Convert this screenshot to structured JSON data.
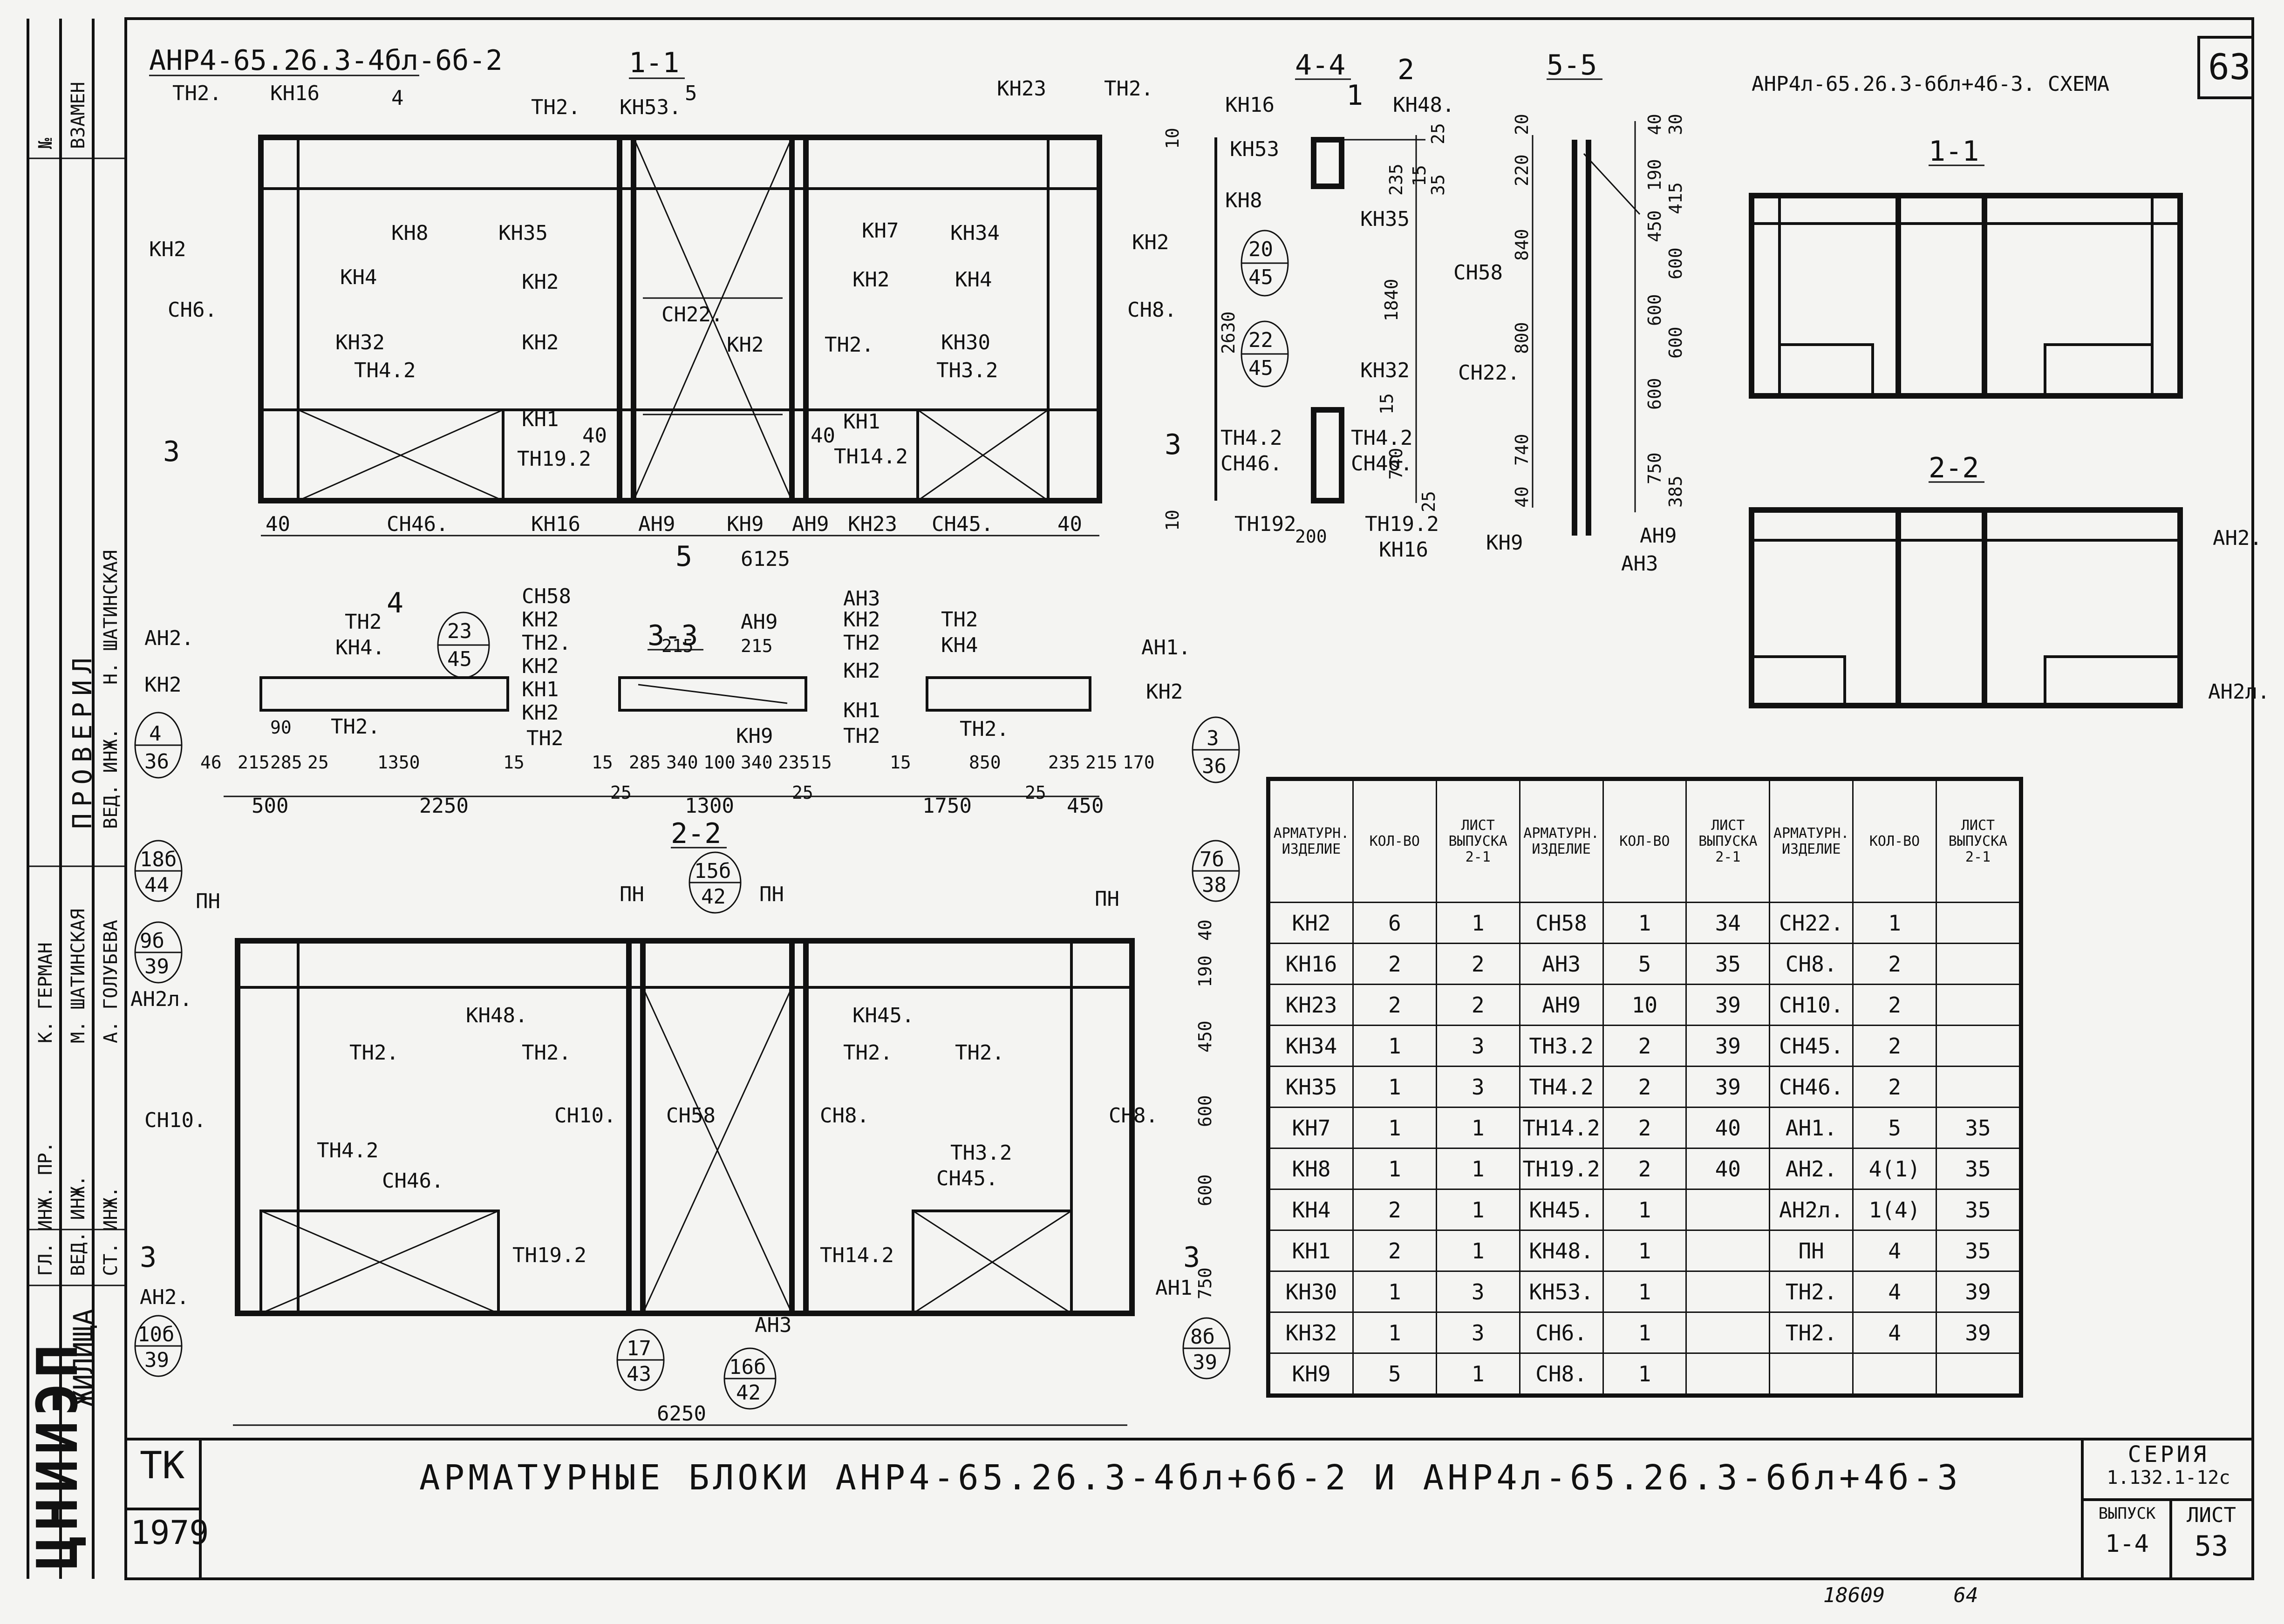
{
  "sheet_number_top": "63",
  "drawing1": {
    "title": "АНР4-65.26.3-4бл-6б-2",
    "section_mark": "1-1",
    "labels_top": [
      "ТН2.",
      "КН16",
      "4",
      "ТН2.",
      "КН53.",
      "5",
      "КН23",
      "ТН2."
    ],
    "labels_body": [
      "КН2",
      "КН4",
      "СН6.",
      "КН8",
      "КН35",
      "КН2",
      "КН2",
      "КН32",
      "ТН4.2",
      "КН1",
      "40",
      "ТН19.2",
      "КН7",
      "КН34",
      "КН2",
      "КН4",
      "СН22.",
      "КН2",
      "ТН2.",
      "КН30",
      "ТН3.2",
      "40",
      "КН1",
      "ТН14.2",
      "КН2",
      "СН8."
    ],
    "labels_bottom": [
      "40",
      "СН46.",
      "КН16",
      "АН9",
      "КН9",
      "АН9",
      "КН23",
      "СН45.",
      "40"
    ],
    "dim_total": "6125",
    "mark_left": "3",
    "mark_right": "3",
    "mark_5": "5",
    "mark_4": "4",
    "dims_side": [
      "10",
      "10"
    ]
  },
  "section44": {
    "title": "4-4",
    "mark2": "2",
    "mark1": "1",
    "labels": [
      "КН16",
      "КН48.",
      "КН53",
      "КН8",
      "КН35",
      "КН32",
      "ТН4.2",
      "СН46.",
      "ТН4.2",
      "СН46.",
      "ТН19.2",
      "КН16",
      "ТН192"
    ],
    "dims": [
      "25",
      "235",
      "15",
      "35",
      "1840",
      "15",
      "740",
      "25",
      "200",
      "2630"
    ],
    "circle_a": [
      "20",
      "45"
    ],
    "circle_b": [
      "22",
      "45"
    ]
  },
  "section55": {
    "title": "5-5",
    "labels": [
      "СН58",
      "СН22.",
      "АН9",
      "КН9",
      "АН3"
    ],
    "dims_left": [
      "20",
      "220",
      "840",
      "800",
      "740",
      "40"
    ],
    "dims_right": [
      "40",
      "30",
      "190",
      "415",
      "450",
      "600",
      "600",
      "600",
      "600",
      "750",
      "385"
    ]
  },
  "schema": {
    "title": "АНР4л-65.26.3-6бл+4б-3. СХЕМА",
    "sec1": "1-1",
    "sec2": "2-2",
    "labels": [
      "АН2.",
      "АН2л."
    ]
  },
  "section33": {
    "title": "3-3",
    "labels": [
      "АН2.",
      "ТН2",
      "КН4.",
      "КН2",
      "ТН2.",
      "СН58",
      "КН2",
      "ТН2.",
      "КН2",
      "КН1",
      "КН2",
      "ТН2",
      "АН9",
      "АН3",
      "КН2",
      "ТН2",
      "КН2",
      "КН1",
      "ТН2",
      "КН9",
      "ТН2",
      "КН4",
      "АН1.",
      "КН2",
      "ТН2."
    ],
    "dims": [
      "90",
      "46",
      "215",
      "285",
      "25",
      "1350",
      "15",
      "15",
      "285",
      "340",
      "100",
      "340",
      "235",
      "15",
      "15",
      "850",
      "235",
      "215",
      "170",
      "500",
      "2250",
      "25",
      "1300",
      "25",
      "1750",
      "25",
      "450",
      "215",
      "215"
    ],
    "circle_l": [
      "4",
      "36"
    ],
    "circle_m": [
      "23",
      "45"
    ],
    "circle_r": [
      "3",
      "36"
    ]
  },
  "drawing22": {
    "title": "2-2",
    "labels": [
      "ПН",
      "ПН",
      "ПН",
      "ПН",
      "АН2л.",
      "КН48.",
      "КН45.",
      "ТН2.",
      "ТН2.",
      "ТН2.",
      "ТН2.",
      "СН10.",
      "СН10.",
      "СН58",
      "СН8.",
      "СН8.",
      "ТН4.2",
      "СН46.",
      "ТН3.2",
      "СН45.",
      "ТН19.2",
      "ТН14.2",
      "АН2.",
      "АН1",
      "АН3",
      "3",
      "3"
    ],
    "dims": [
      "40",
      "190",
      "450",
      "600",
      "600",
      "750"
    ],
    "dim_total": "6250",
    "circles": [
      [
        "18б",
        "44"
      ],
      [
        "9б",
        "39"
      ],
      [
        "15б",
        "42"
      ],
      [
        "7б",
        "38"
      ],
      [
        "10б",
        "39"
      ],
      [
        "17",
        "43"
      ],
      [
        "16б",
        "42"
      ],
      [
        "8б",
        "39"
      ]
    ]
  },
  "spec_table": {
    "headers": [
      "АРМАТУРН. ИЗДЕЛИЕ",
      "КОЛ-ВО",
      "ЛИСТ ВЫПУСКА 2-1",
      "АРМАТУРН. ИЗДЕЛИЕ",
      "КОЛ-ВО",
      "ЛИСТ ВЫПУСКА 2-1",
      "АРМАТУРН. ИЗДЕЛИЕ",
      "КОЛ-ВО",
      "ЛИСТ ВЫПУСКА 2-1"
    ],
    "rows": [
      [
        "КН2",
        "6",
        "1",
        "СН58",
        "1",
        "34",
        "СН22.",
        "1",
        ""
      ],
      [
        "КН16",
        "2",
        "2",
        "АН3",
        "5",
        "35",
        "СН8.",
        "2",
        ""
      ],
      [
        "КН23",
        "2",
        "2",
        "АН9",
        "10",
        "39",
        "СН10.",
        "2",
        ""
      ],
      [
        "КН34",
        "1",
        "3",
        "ТН3.2",
        "2",
        "39",
        "СН45.",
        "2",
        ""
      ],
      [
        "КН35",
        "1",
        "3",
        "ТН4.2",
        "2",
        "39",
        "СН46.",
        "2",
        ""
      ],
      [
        "КН7",
        "1",
        "1",
        "ТН14.2",
        "2",
        "40",
        "АН1.",
        "5",
        "35"
      ],
      [
        "КН8",
        "1",
        "1",
        "ТН19.2",
        "2",
        "40",
        "АН2.",
        "4(1)",
        "35"
      ],
      [
        "КН4",
        "2",
        "1",
        "КН45.",
        "1",
        "",
        "АН2л.",
        "1(4)",
        "35"
      ],
      [
        "КН1",
        "2",
        "1",
        "КН48.",
        "1",
        "",
        "ПН",
        "4",
        "35"
      ],
      [
        "КН30",
        "1",
        "3",
        "КН53.",
        "1",
        "",
        "ТН2.",
        "4",
        "39"
      ],
      [
        "КН32",
        "1",
        "3",
        "СН6.",
        "1",
        "",
        "ТН2.",
        "4",
        "39"
      ],
      [
        "КН9",
        "5",
        "1",
        "СН8.",
        "1",
        "",
        "",
        "",
        ""
      ]
    ]
  },
  "left_strip": {
    "top": [
      "№",
      "ВЗАМЕН"
    ],
    "checked": "ПРОВЕРИЛ",
    "names": [
      "Н. ШАТИНСКАЯ",
      "ВЕД. ИНЖ.",
      "К. ГЕРМАН",
      "М. ШАТИНСКАЯ",
      "А. ГОЛУБЕВА"
    ],
    "roles": [
      "ГЛ. ИНЖ. ПР.",
      "ВЕД. ИНЖ.",
      "СТ. ИНЖ."
    ],
    "org": "ЖИЛИЩА",
    "logo": "ЦНИИЭП"
  },
  "stamp": {
    "tk": "ТК",
    "year": "1979",
    "title": "АРМАТУРНЫЕ БЛОКИ АНР4-65.26.3-4бл+6б-2 И АНР4л-65.26.3-6бл+4б-3",
    "series_label": "СЕРИЯ",
    "series": "1.132.1-12с",
    "issue_label": "ВЫПУСК",
    "issue": "1-4",
    "sheet_label": "ЛИСТ",
    "sheet": "53",
    "bottom_note_1": "18609",
    "bottom_note_2": "64"
  }
}
